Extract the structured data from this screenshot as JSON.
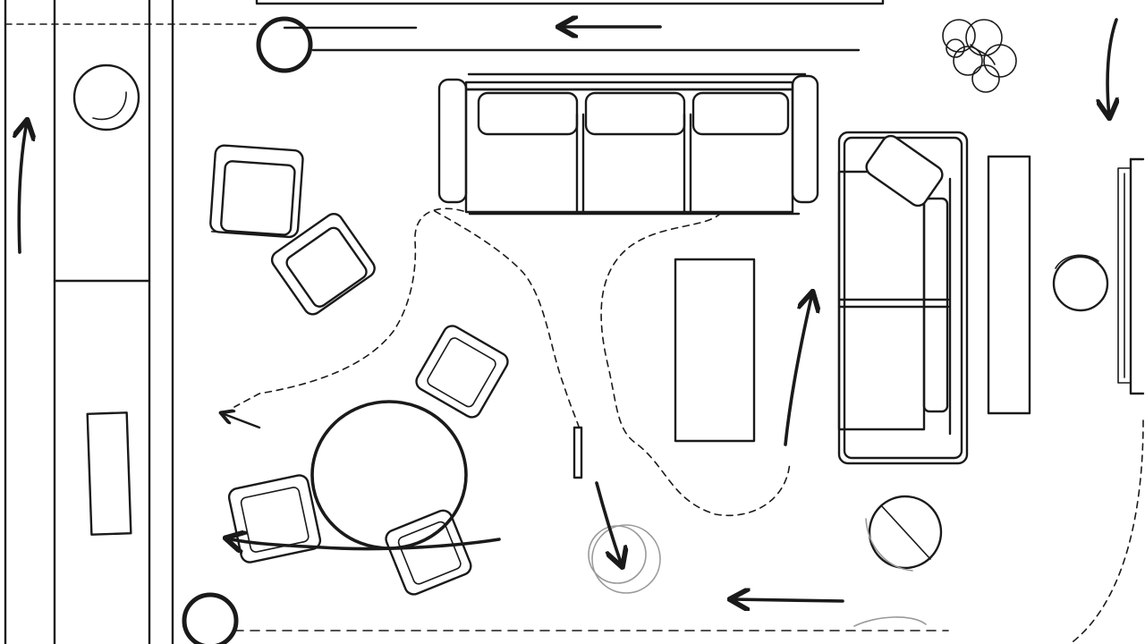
{
  "diagram": {
    "type": "floor-plan-sketch",
    "ink_color": "#1a1a1a",
    "background": "#ffffff",
    "furniture": [
      "three-seat-sofa",
      "loveseat-sofa",
      "throw-pillow",
      "coffee-table",
      "console-table",
      "armchair",
      "armchair",
      "round-dining-table",
      "dining-chair",
      "dining-chair",
      "dining-chair",
      "side-table",
      "floor-lamp",
      "potted-plant",
      "round-stool",
      "round-stool"
    ],
    "arrows": [
      "arrow-up-left-corridor",
      "arrow-left-top",
      "arrow-down-right-wall",
      "arrow-up-center",
      "arrow-left-bottom",
      "arrow-down-lamp",
      "arrow-left-dining",
      "arrow-left-curved-chair"
    ],
    "traffic_paths": [
      "dashed-path-seating-to-dining",
      "dashed-path-center-loop"
    ]
  }
}
